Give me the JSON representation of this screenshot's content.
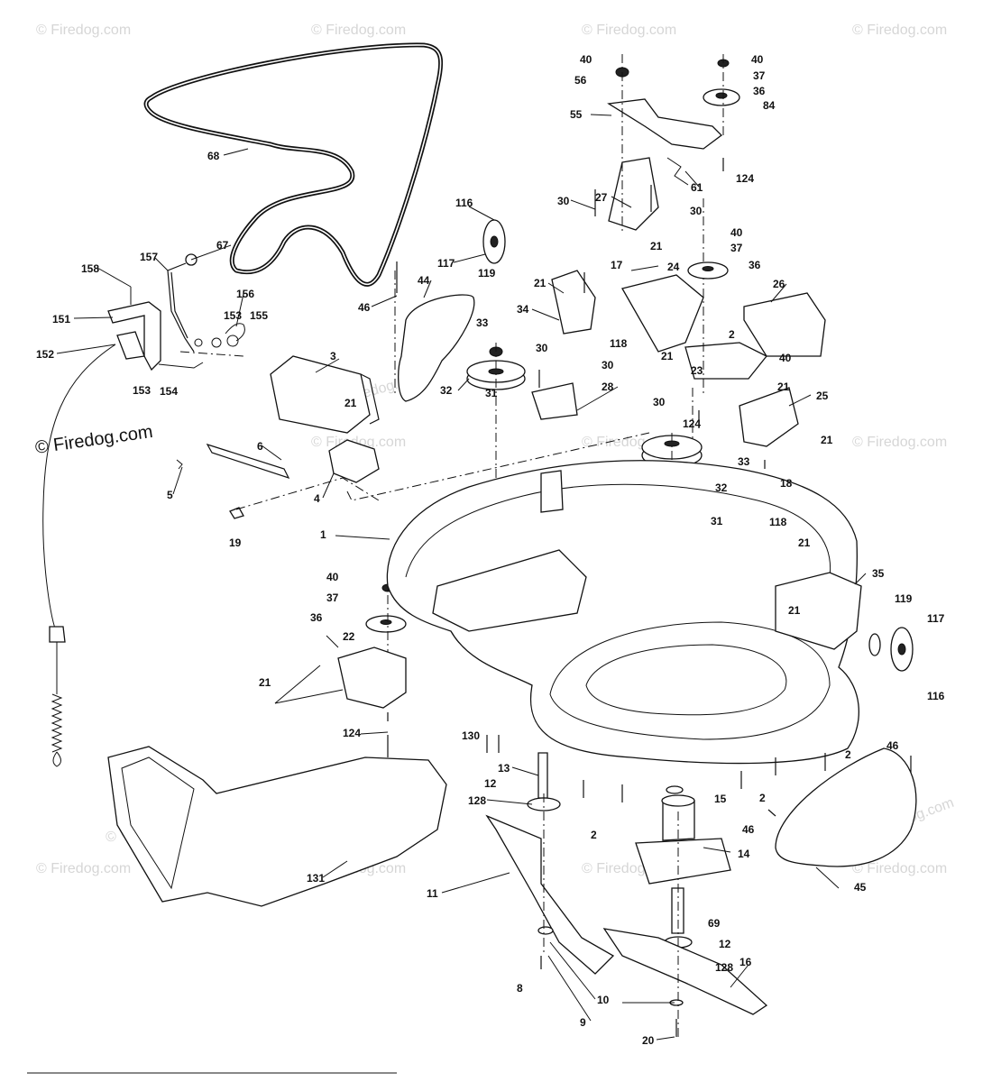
{
  "watermarks": [
    "© Firedog.com",
    "© Firedog.com",
    "© Firedog.com",
    "© Firedog.com",
    "© Firedog.com",
    "© Firedog.com",
    "© Firedog.com",
    "© Firedog.com",
    "© Firedog.com",
    "© Firedog.com",
    "© Firedog.com",
    "© Firedog.com",
    "© Firedog.com",
    "© Firedog.com"
  ],
  "copyright": "© Firedog.com",
  "labels": [
    "68",
    "67",
    "157",
    "158",
    "151",
    "153",
    "156",
    "155",
    "152",
    "153",
    "154",
    "46",
    "44",
    "3",
    "21",
    "6",
    "5",
    "4",
    "19",
    "116",
    "117",
    "119",
    "30",
    "27",
    "61",
    "30",
    "21",
    "17",
    "21",
    "34",
    "118",
    "33",
    "30",
    "30",
    "32",
    "31",
    "28",
    "40",
    "56",
    "55",
    "40",
    "37",
    "36",
    "84",
    "124",
    "40",
    "37",
    "36",
    "24",
    "26",
    "2",
    "40",
    "21",
    "23",
    "21",
    "30",
    "124",
    "33",
    "32",
    "31",
    "25",
    "21",
    "18",
    "1",
    "40",
    "37",
    "36",
    "22",
    "21",
    "124",
    "130",
    "118",
    "21",
    "35",
    "21",
    "119",
    "117",
    "116",
    "13",
    "12",
    "128",
    "15",
    "2",
    "2",
    "2",
    "14",
    "46",
    "46",
    "45",
    "11",
    "131",
    "69",
    "12",
    "128",
    "16",
    "8",
    "10",
    "9",
    "20"
  ]
}
